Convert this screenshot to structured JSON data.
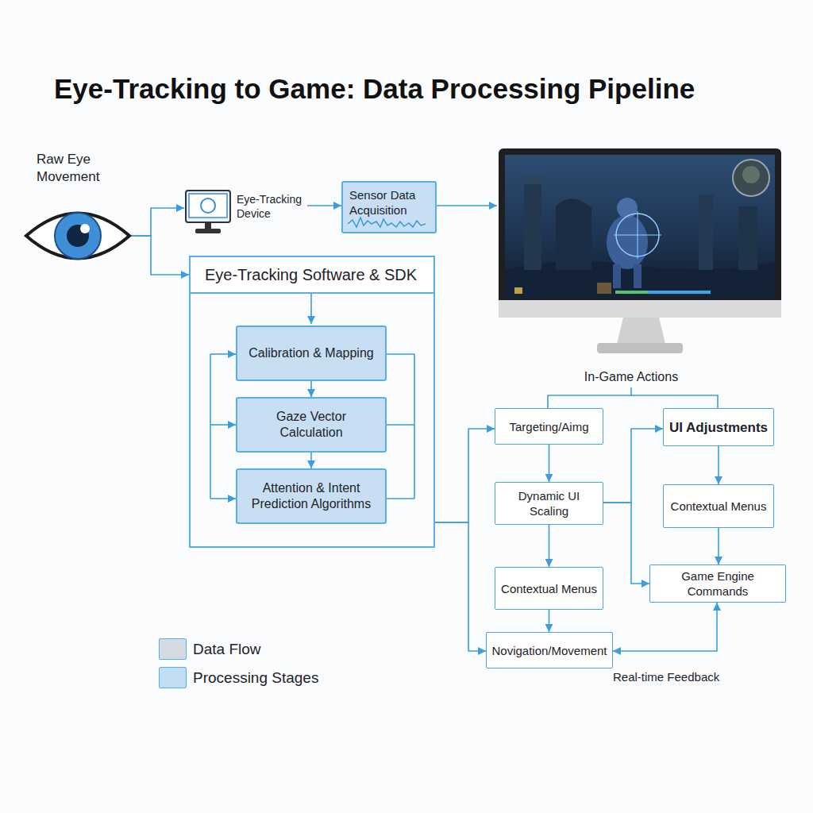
{
  "diagram": {
    "title": "Eye-Tracking to Game: Data Processing Pipeline",
    "nodes": [
      {
        "text": [
          "Raw Eye Movement"
        ]
      },
      {
        "text": [
          "Eye-Tracking Device"
        ]
      },
      {
        "text": [
          "Sensor Data Acquisition"
        ]
      },
      {
        "text": [
          "Eye-Tracking Software & SDK"
        ]
      },
      {
        "text": [
          "Calibration & Mapping"
        ],
        "in": 3
      },
      {
        "text": [
          "Gaze Vector Calculation"
        ],
        "in": 3
      },
      {
        "text": [
          "Attention & Intent Prediction Algorithms"
        ],
        "in": 3
      },
      {
        "text": [
          "Targeting/Aimg"
        ]
      },
      {
        "text": [
          "UI Adjustments"
        ]
      },
      {
        "text": [
          "Dynamic UI Scaling"
        ]
      },
      {
        "text": [
          "Contextual Menus"
        ]
      },
      {
        "text": [
          "Contextual Menus"
        ]
      },
      {
        "text": [
          "Game Engine Commands"
        ]
      },
      {
        "text": [
          "Novigation/Movement"
        ]
      }
    ],
    "edges": [
      {
        "from": 0,
        "to": 1,
        "arrow": "to"
      },
      {
        "from": 0,
        "to": 3,
        "arrow": "to"
      },
      {
        "from": 1,
        "to": 2,
        "arrow": "to"
      },
      {
        "from": 4,
        "to": 5,
        "arrow": "to"
      },
      {
        "from": 5,
        "to": 6,
        "arrow": "to"
      },
      {
        "from": 3,
        "to": 7,
        "arrow": "to"
      },
      {
        "from": 3,
        "to": 13,
        "arrow": "to"
      },
      {
        "from": 7,
        "to": 9,
        "arrow": "to"
      },
      {
        "from": 9,
        "to": 11,
        "arrow": "to"
      },
      {
        "from": 11,
        "to": 13,
        "arrow": "to"
      },
      {
        "from": 8,
        "to": 10,
        "arrow": "to"
      },
      {
        "from": 10,
        "to": 12,
        "arrow": "to"
      },
      {
        "from": 9,
        "to": 8,
        "arrow": "to"
      },
      {
        "from": 9,
        "to": 12,
        "arrow": "to"
      },
      {
        "from": 13,
        "to": 12,
        "label": "Real-time Feedback",
        "arrow": "both"
      }
    ],
    "labels": [
      "In-Game Actions"
    ],
    "legend": [
      {
        "text": "Data Flow",
        "color": "#d5dbe2"
      },
      {
        "text": "Processing Stages",
        "color": "#c4ddf3"
      }
    ]
  }
}
